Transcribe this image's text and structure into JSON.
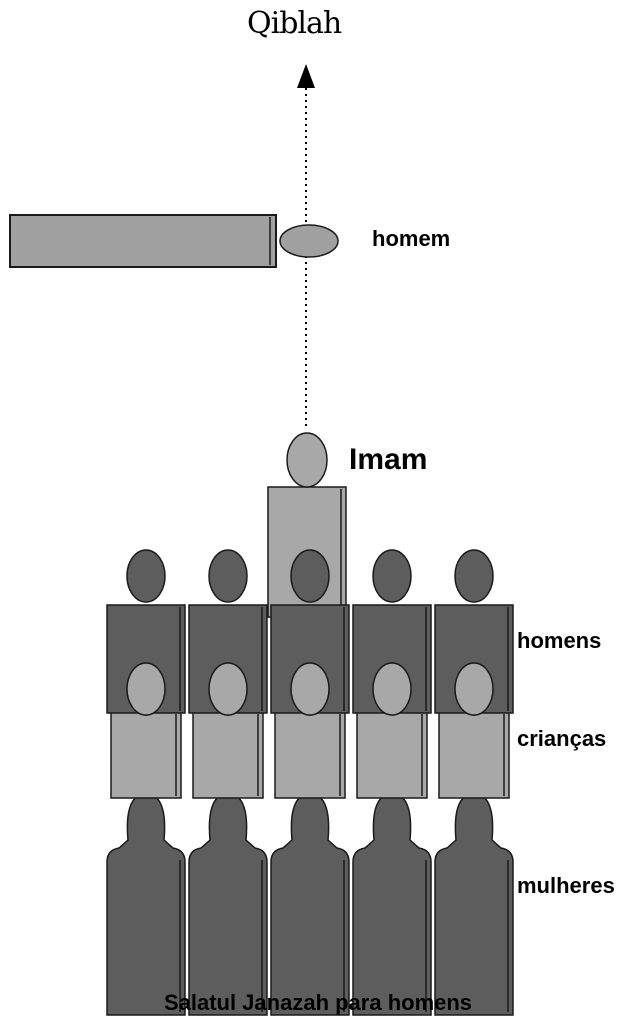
{
  "labels": {
    "qiblah": "Qiblah",
    "homem": "homem",
    "imam": "Imam",
    "homens": "homens",
    "criancas": "crianças",
    "mulheres": "mulheres",
    "caption": "Salatul Janazah para homens"
  },
  "row_count": 5,
  "colors": {
    "dark_figure": "#5d5d5d",
    "light_figure": "#a8a8a8",
    "bier": "#a0a0a0",
    "outline": "#1a1a1a"
  }
}
